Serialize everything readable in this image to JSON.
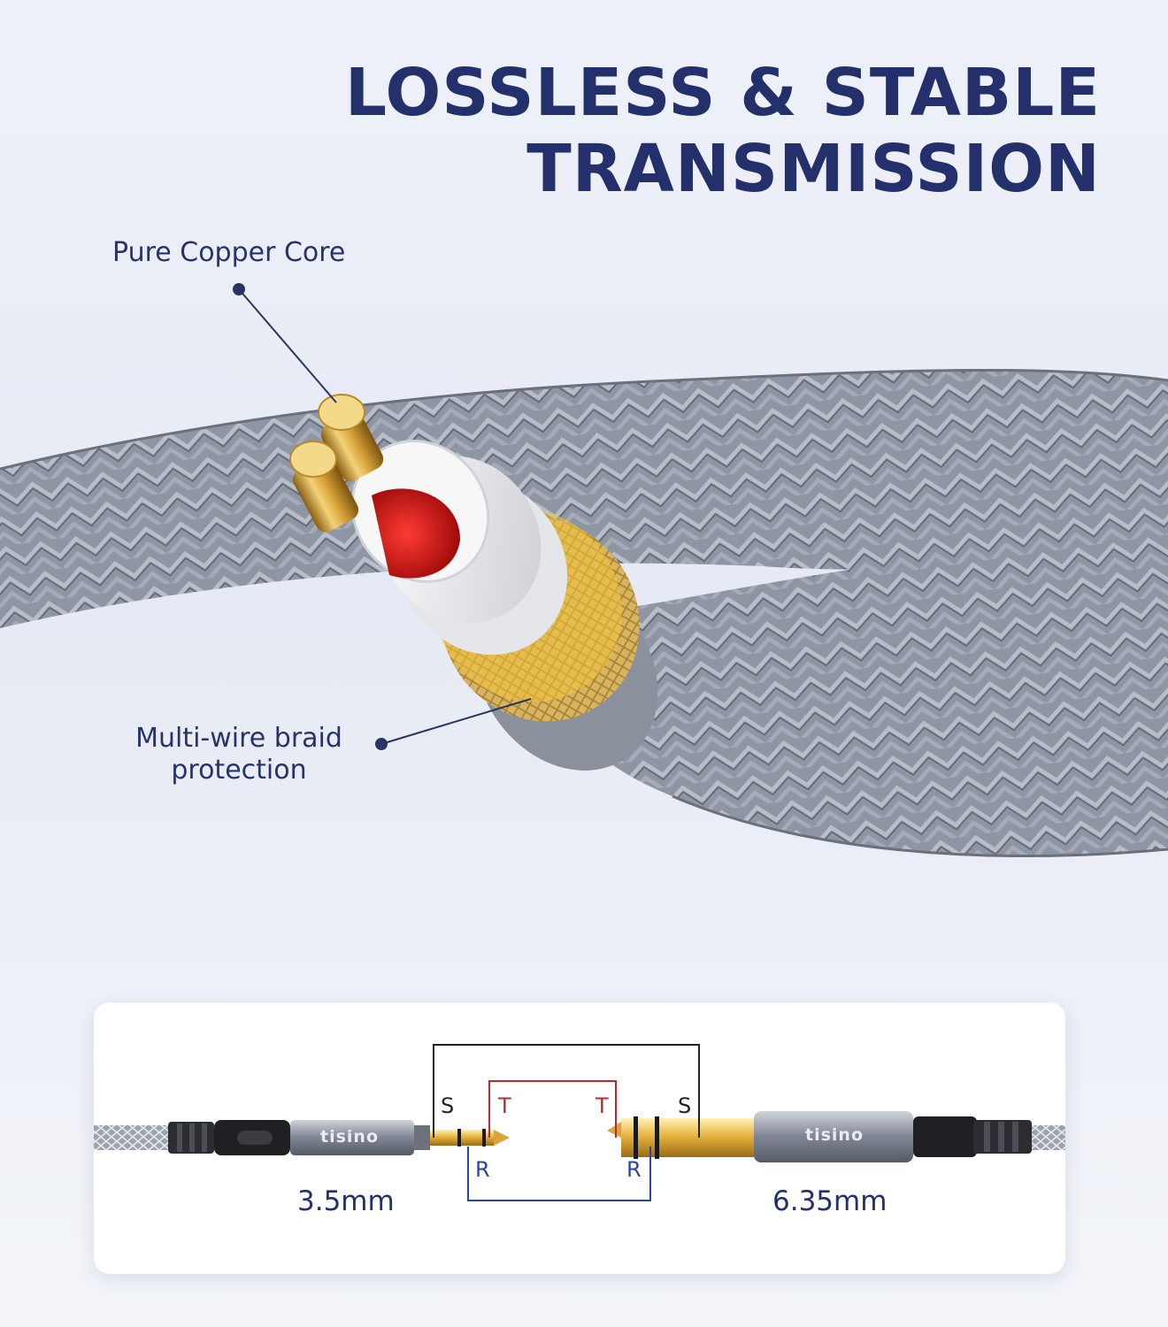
{
  "headline": {
    "line1": "LOSSLESS & STABLE",
    "line2": "TRANSMISSION"
  },
  "callouts": {
    "copper": "Pure Copper Core",
    "braid_line1": "Multi-wire braid",
    "braid_line2": "protection"
  },
  "diagram": {
    "left_size": "3.5mm",
    "right_size": "6.35mm",
    "brand": "tisino",
    "pins": {
      "sleeve": "S",
      "tip": "T",
      "ring": "R"
    }
  },
  "colors": {
    "headline": "#24306b",
    "label": "#27336a",
    "tip_wire": "#c0282f",
    "ring_wire": "#2b44a8",
    "sleeve_wire": "#222222",
    "gold": "#d6a536",
    "braid": "#9aa0ab"
  }
}
